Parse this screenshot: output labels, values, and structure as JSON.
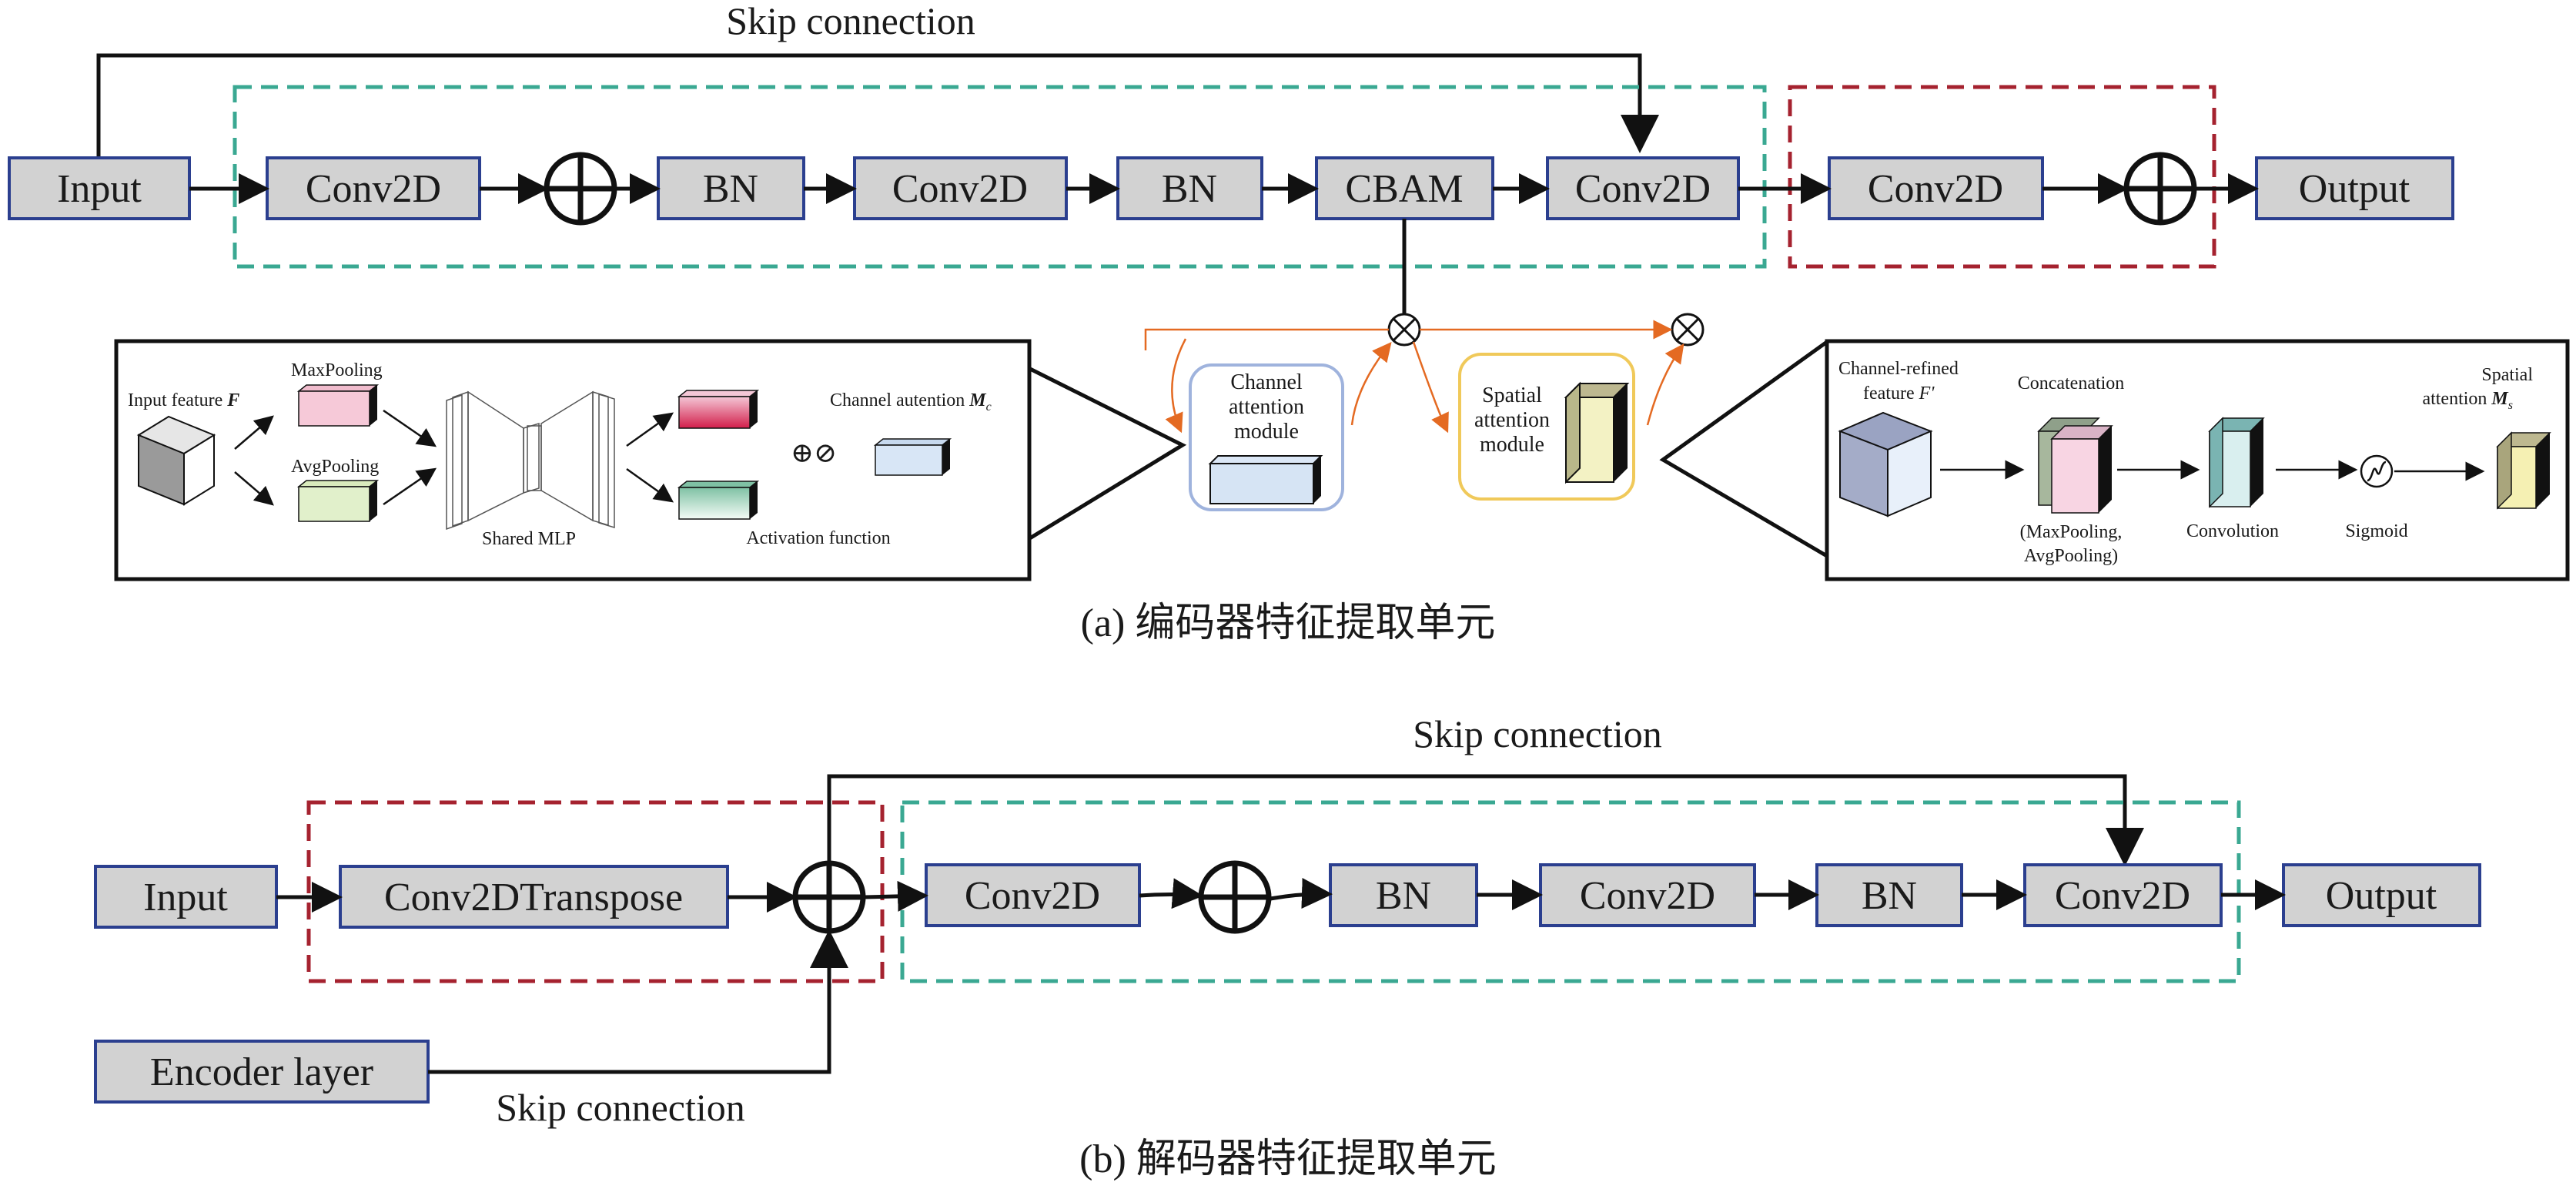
{
  "colors": {
    "block_fill": "#d2d2d2",
    "block_stroke": "#2b3f8f",
    "residual_box": "#3aa892",
    "upsample_box": "#a5222f",
    "cbam_arrow": "#e46a22",
    "channel_module_border": "#9fb3dd",
    "spatial_module_border": "#f0c95a"
  },
  "encoder": {
    "skip_label": "Skip connection",
    "blocks": [
      "Input",
      "Conv2D",
      "BN",
      "Conv2D",
      "BN",
      "CBAM",
      "Conv2D",
      "Conv2D",
      "Output"
    ],
    "caption": "(a) 编码器特征提取单元"
  },
  "cbam": {
    "channel_module_label": [
      "Channel",
      "attention",
      "module"
    ],
    "spatial_module_label": [
      "Spatial",
      "attention",
      "module"
    ],
    "channel_panel": {
      "input_feature": "Input feature",
      "input_feature_symbol": "F",
      "maxpooling": "MaxPooling",
      "avgpooling": "AvgPooling",
      "shared_mlp": "Shared MLP",
      "activation": "Activation function",
      "channel_attention": "Channel autention",
      "channel_attention_symbol": "M",
      "channel_attention_sub": "c",
      "ops": "⊕⊘"
    },
    "spatial_panel": {
      "refined_feature_line1": "Channel-refined",
      "refined_feature_line2": "feature",
      "refined_feature_symbol": "F'",
      "concatenation": "Concatenation",
      "pool_line1": "(MaxPooling,",
      "pool_line2": "AvgPooling)",
      "convolution": "Convolution",
      "sigmoid": "Sigmoid",
      "spatial_attention_line1": "Spatial",
      "spatial_attention_line2": "attention",
      "spatial_attention_symbol": "M",
      "spatial_attention_sub": "s"
    }
  },
  "decoder": {
    "skip_label_top": "Skip connection",
    "skip_label_bottom": "Skip connection",
    "blocks": [
      "Input",
      "Conv2DTranspose",
      "Conv2D",
      "BN",
      "Conv2D",
      "BN",
      "Conv2D",
      "Output"
    ],
    "encoder_layer": "Encoder layer",
    "caption": "(b) 解码器特征提取单元"
  }
}
